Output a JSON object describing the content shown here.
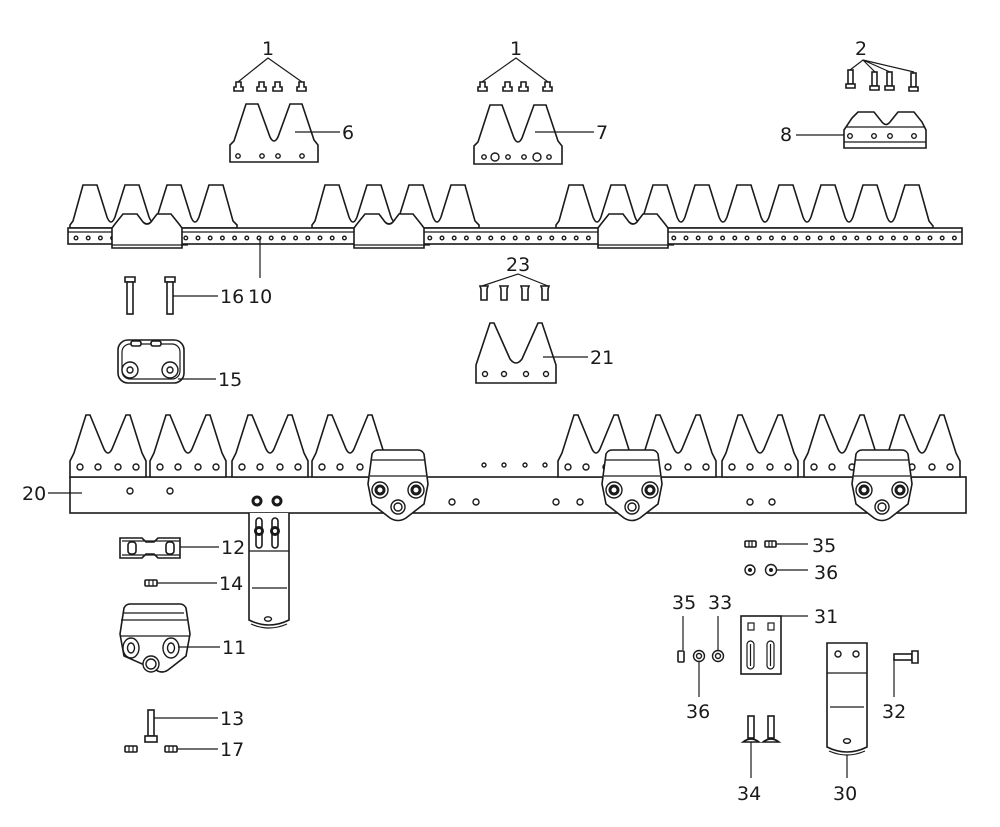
{
  "diagram": {
    "title": "Cutter bar assembly exploded parts diagram",
    "colors": {
      "ink": "#1a1a1a",
      "paper": "#ffffff"
    },
    "callouts": [
      {
        "id": "c1a",
        "label": "1",
        "part": "rivet set (section 6)"
      },
      {
        "id": "c1b",
        "label": "1",
        "part": "rivet set (section 7)"
      },
      {
        "id": "c2",
        "label": "2",
        "part": "rivet set (section 8)"
      },
      {
        "id": "c6",
        "label": "6",
        "part": "knife section, two teeth"
      },
      {
        "id": "c7",
        "label": "7",
        "part": "knife section, two teeth, large holes"
      },
      {
        "id": "c8",
        "label": "8",
        "part": "knife clip plate"
      },
      {
        "id": "c10",
        "label": "10",
        "part": "upper knife bar"
      },
      {
        "id": "c16",
        "label": "16",
        "part": "bolts"
      },
      {
        "id": "c15",
        "label": "15",
        "part": "clip plate"
      },
      {
        "id": "c23",
        "label": "23",
        "part": "rivet set (section 21)"
      },
      {
        "id": "c21",
        "label": "21",
        "part": "knife section"
      },
      {
        "id": "c20",
        "label": "20",
        "part": "lower knife bar"
      },
      {
        "id": "c12",
        "label": "12",
        "part": "connector block"
      },
      {
        "id": "c14",
        "label": "14",
        "part": "nut"
      },
      {
        "id": "c11",
        "label": "11",
        "part": "knife holder"
      },
      {
        "id": "c13",
        "label": "13",
        "part": "bolt"
      },
      {
        "id": "c17",
        "label": "17",
        "part": "nuts"
      },
      {
        "id": "c35a",
        "label": "35",
        "part": "nuts"
      },
      {
        "id": "c36a",
        "label": "36",
        "part": "washers"
      },
      {
        "id": "c35b",
        "label": "35",
        "part": "nut"
      },
      {
        "id": "c33",
        "label": "33",
        "part": "washer"
      },
      {
        "id": "c31",
        "label": "31",
        "part": "slotted plate"
      },
      {
        "id": "c36b",
        "label": "36",
        "part": "washer"
      },
      {
        "id": "c32",
        "label": "32",
        "part": "bolt"
      },
      {
        "id": "c34",
        "label": "34",
        "part": "carriage bolts"
      },
      {
        "id": "c30",
        "label": "30",
        "part": "drive arm"
      }
    ]
  }
}
